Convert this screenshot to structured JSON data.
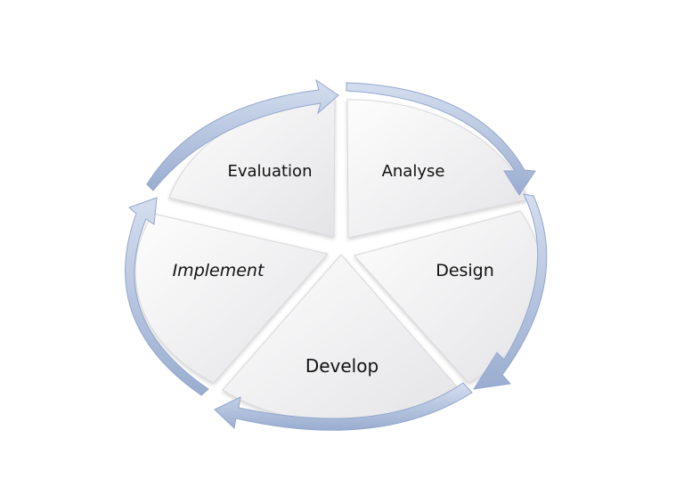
{
  "diagram": {
    "type": "cycle",
    "segments": [
      {
        "label": "Analyse"
      },
      {
        "label": "Design"
      },
      {
        "label": "Develop"
      },
      {
        "label": "Implement"
      },
      {
        "label": "Evaluation"
      }
    ],
    "colors": {
      "arrow_light": "#d4deef",
      "arrow_dark": "#9aadd0",
      "segment_light": "#ffffff",
      "segment_dark": "#e7e7e9",
      "segment_edge": "#d9d9dc"
    }
  }
}
